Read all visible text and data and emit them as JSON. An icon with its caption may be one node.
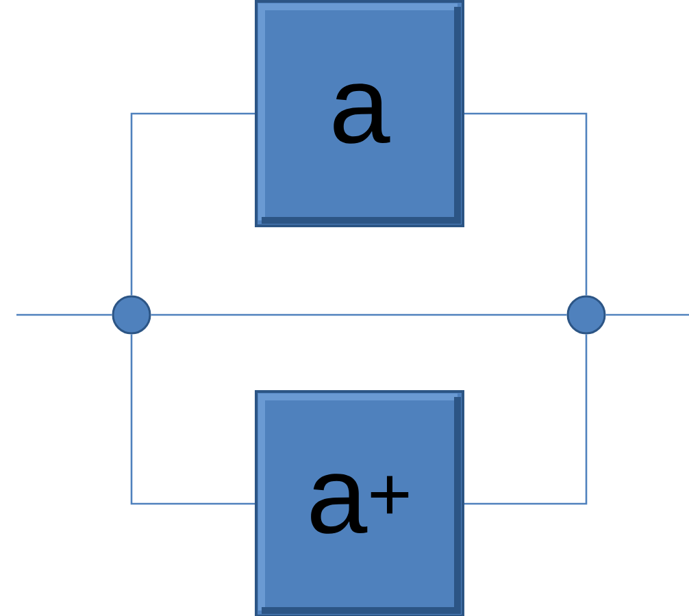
{
  "diagram": {
    "nodes": [
      {
        "text": [
          "a"
        ]
      },
      {
        "text": [
          "a$^{+}$"
        ]
      },
      {
        "text": [],
        "shape": "circle"
      },
      {
        "text": [],
        "shape": "circle"
      }
    ],
    "edges": [
      {
        "from": null,
        "to": 2,
        "arrow": "none"
      },
      {
        "from": 2,
        "to": 3,
        "arrow": "none"
      },
      {
        "from": 2,
        "to": 0,
        "arrow": "none"
      },
      {
        "from": 0,
        "to": 3,
        "arrow": "none"
      },
      {
        "from": 2,
        "to": 1,
        "arrow": "none"
      },
      {
        "from": 1,
        "to": 3,
        "arrow": "none"
      },
      {
        "from": 3,
        "to": null,
        "arrow": "none"
      }
    ]
  }
}
